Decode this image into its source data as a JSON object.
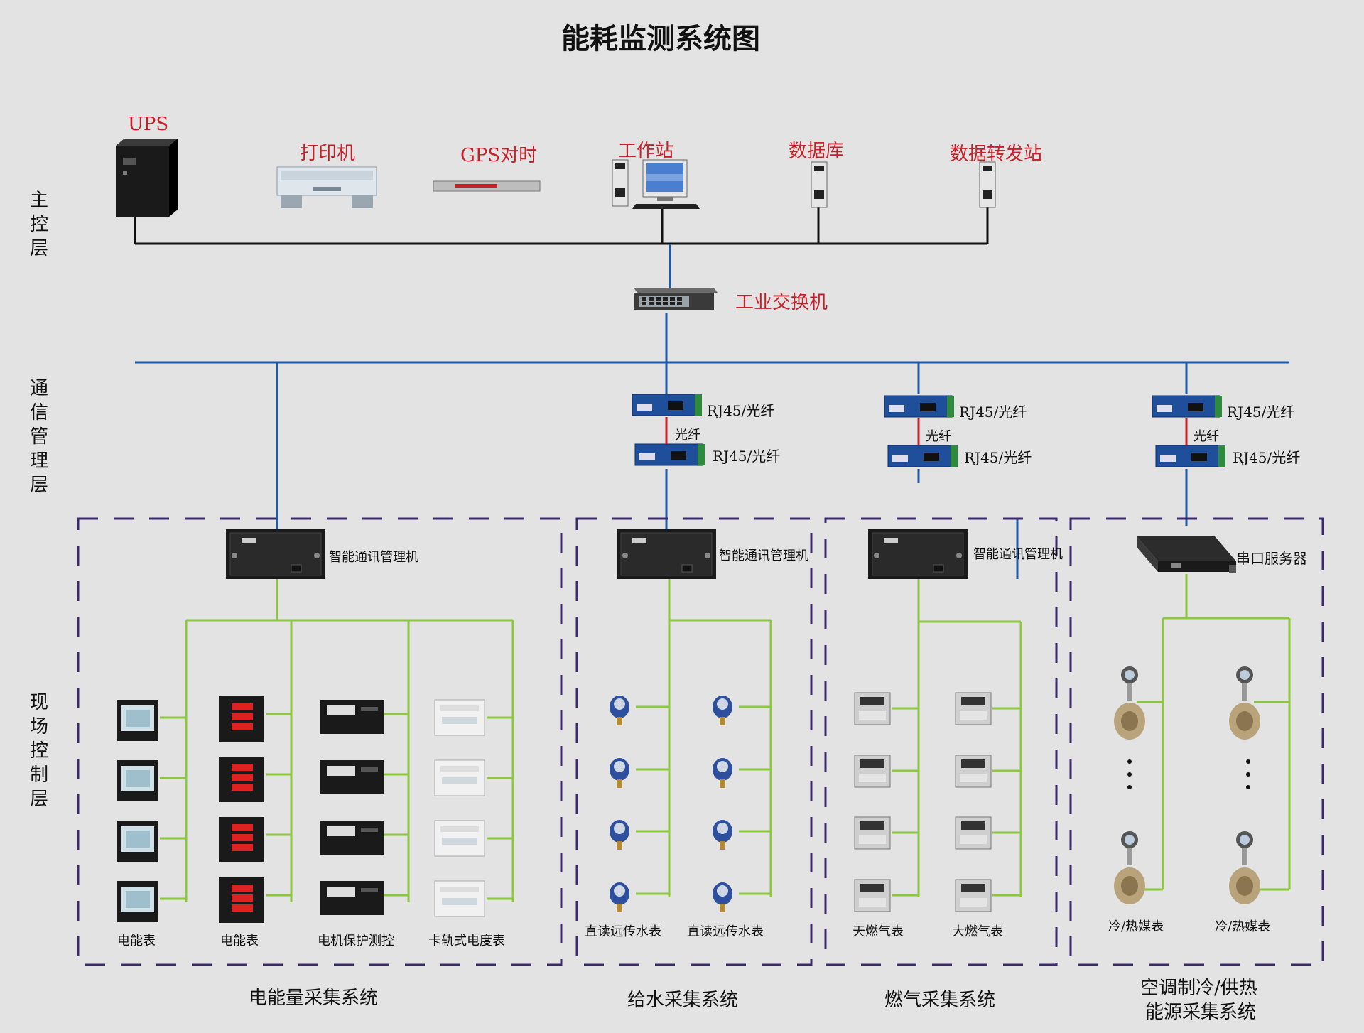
{
  "title": "能耗监测系统图",
  "layers": {
    "main_control": [
      "主",
      "控",
      "层"
    ],
    "comm_mgmt": [
      "通",
      "信",
      "管",
      "理",
      "层"
    ],
    "field_control": [
      "现",
      "场",
      "控",
      "制",
      "层"
    ]
  },
  "main_devices": {
    "ups": "UPS",
    "printer": "打印机",
    "gps": "GPS对时",
    "workstation": "工作站",
    "database": "数据库",
    "forwarder": "数据转发站"
  },
  "switch_label": "工业交换机",
  "converters": {
    "rj45_label": "RJ45/光纤",
    "fiber_label": "光纤"
  },
  "managers": {
    "smart_comm": "智能通讯管理机",
    "serial_server": "串口服务器"
  },
  "device_labels": {
    "energy_meter": "电能表",
    "motor_protection": "电机保护测控",
    "din_rail_meter": "卡轨式电度表",
    "water_meter": "直读远传水表",
    "gas_meter_1": "天燃气表",
    "gas_meter_2": "大燃气表",
    "heat_meter": "冷/热媒表"
  },
  "systems": {
    "power": "电能量采集系统",
    "water": "给水采集系统",
    "gas": "燃气采集系统",
    "hvac_line1": "空调制冷/供热",
    "hvac_line2": "能源采集系统"
  },
  "colors": {
    "background": "#e3e3e3",
    "ethernet": "#1f5aa6",
    "fieldbus": "#8dc63f",
    "fiber": "#c8202a",
    "frame": "#3b2a6e",
    "label_red": "#c8202a"
  }
}
